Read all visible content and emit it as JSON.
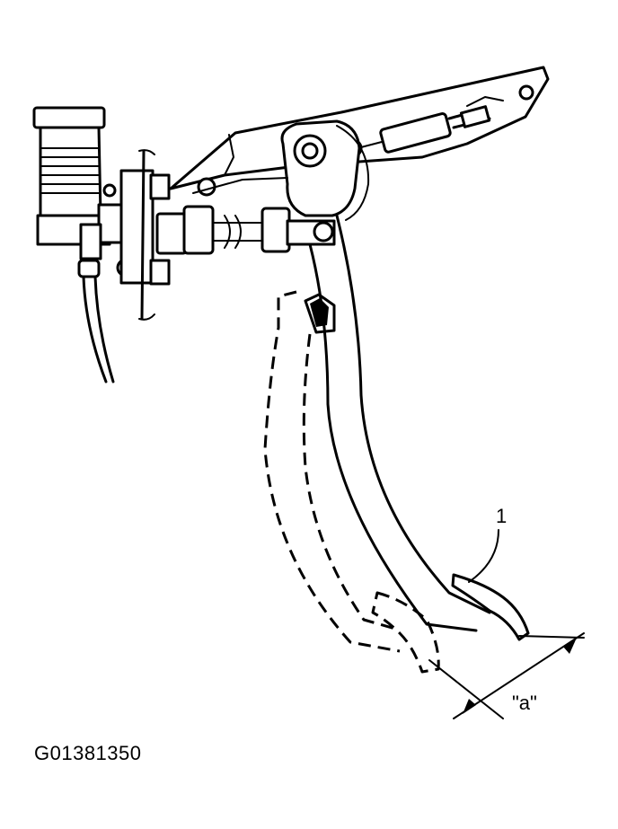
{
  "figure": {
    "callout_number": "1",
    "dimension_label": "\"a\"",
    "figure_code": "G01381350"
  }
}
